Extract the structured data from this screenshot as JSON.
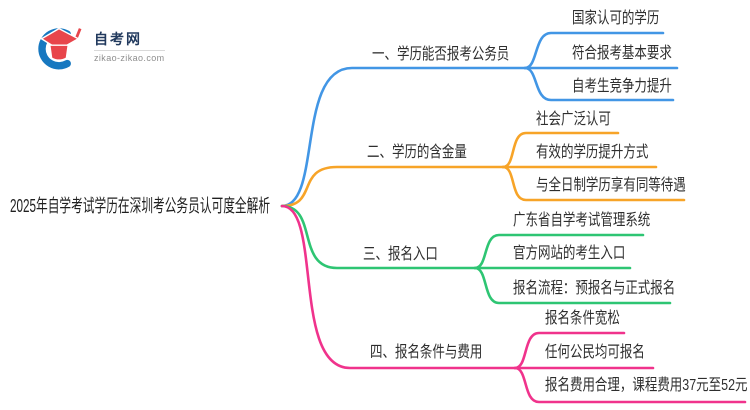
{
  "logo": {
    "title": "自考网",
    "domain": "zikao-zikao.com"
  },
  "root": {
    "title": "2025年自学考试学历在深圳考公务员认可度全解析"
  },
  "colors": {
    "branch1": "#4296E5",
    "branch2": "#F7A428",
    "branch3": "#2EC573",
    "bran4_note": "",
    "branch4": "#F0338C",
    "text": "#2E2E2E",
    "logo_blue": "#1778C0",
    "logo_red": "#E8454B",
    "logo_navy": "#223A5E",
    "logo_gray": "#8E8E8E"
  },
  "branches": [
    {
      "label": "一、学历能否报考公务员",
      "children": [
        "国家认可的学历",
        "符合报考基本要求",
        "自考生竞争力提升"
      ]
    },
    {
      "label": "二、学历的含金量",
      "children": [
        "社会广泛认可",
        "有效的学历提升方式",
        "与全日制学历享有同等待遇"
      ]
    },
    {
      "label": "三、报名入口",
      "children": [
        "广东省自学考试管理系统",
        "官方网站的考生入口",
        "报名流程：预报名与正式报名"
      ]
    },
    {
      "label": "四、报名条件与费用",
      "children": [
        "报名条件宽松",
        "任何公民均可报名",
        "报名费用合理，课程费用37元至52元"
      ]
    }
  ]
}
